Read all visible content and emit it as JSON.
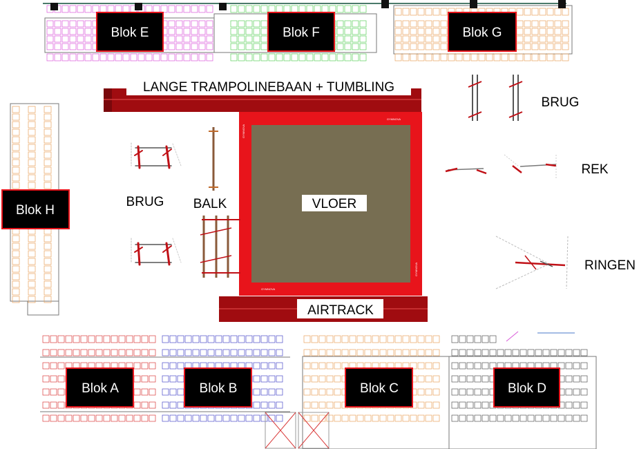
{
  "blocks": [
    {
      "id": "A",
      "label": "Blok A"
    },
    {
      "id": "B",
      "label": "Blok B"
    },
    {
      "id": "C",
      "label": "Blok C"
    },
    {
      "id": "D",
      "label": "Blok D"
    },
    {
      "id": "E",
      "label": "Blok E"
    },
    {
      "id": "F",
      "label": "Blok F"
    },
    {
      "id": "G",
      "label": "Blok G"
    },
    {
      "id": "H",
      "label": "Blok H"
    }
  ],
  "stations": {
    "trampoline": "LANGE TRAMPOLINEBAAN + TUMBLING",
    "vloer": "VLOER",
    "airtrack": "AIRTRACK",
    "brug_left": "BRUG",
    "balk": "BALK",
    "brug_right": "BRUG",
    "rek": "REK",
    "ringen": "RINGEN"
  },
  "mat_brand": "GYMNOVA",
  "colors": {
    "blok_e": "#d957d9",
    "blok_f": "#5bd15b",
    "blok_g": "#e8a35c",
    "blok_a": "#d93a3a",
    "blok_b": "#4a4ac9",
    "blok_c": "#e8a35c",
    "neutral": "#555555",
    "red": "#e8141b",
    "dark_red": "#a00c10",
    "vloer": "#776e52"
  }
}
